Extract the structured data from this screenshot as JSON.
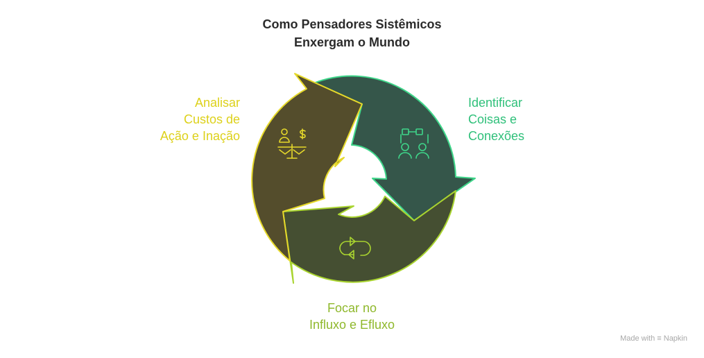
{
  "title": {
    "line1": "Como Pensadores Sistêmicos",
    "line2": "Enxergam o Mundo"
  },
  "segments": [
    {
      "id": "left",
      "lines": [
        "Analisar",
        "Custos de",
        "Ação e Inação"
      ],
      "icon": "balance-scale-dollar-icon",
      "fill": "#544d2c",
      "stroke": "#e6d92a",
      "text_color": "#ddd11a"
    },
    {
      "id": "right",
      "lines": [
        "Identificar",
        "Coisas e",
        "Conexões"
      ],
      "icon": "people-connection-icon",
      "fill": "#35564a",
      "stroke": "#3fd68a",
      "text_color": "#2fc07a"
    },
    {
      "id": "bottom",
      "lines": [
        "Focar no",
        "Influxo e Efluxo"
      ],
      "icon": "cycle-arrows-icon",
      "fill": "#454f32",
      "stroke": "#a9d42f",
      "text_color": "#8fb82c"
    }
  ],
  "watermark": {
    "prefix": "Made with",
    "brand": "Napkin"
  }
}
